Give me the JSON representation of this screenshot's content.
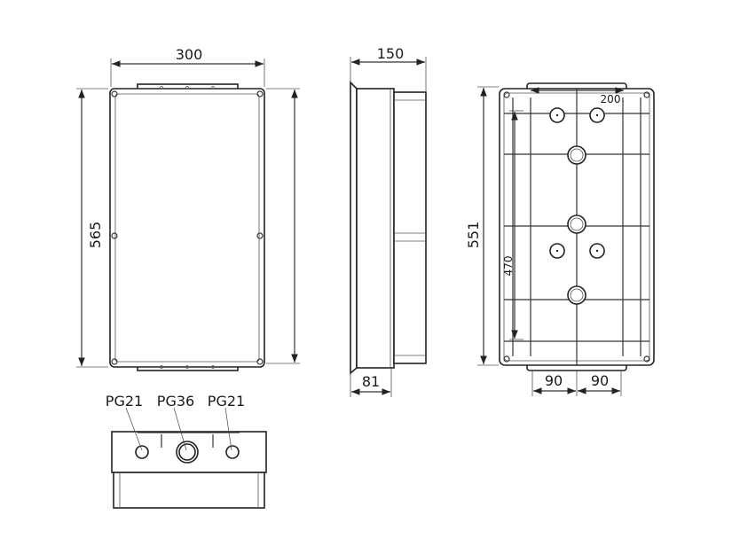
{
  "front_view": {
    "width_label": "300",
    "height_label": "565"
  },
  "side_view": {
    "depth_label": "150",
    "base_depth_label": "81"
  },
  "back_view": {
    "height_label": "551",
    "inner_height_label": "470",
    "hole_spacing_label": "200",
    "left_spacing_label": "90",
    "right_spacing_label": "90"
  },
  "bottom_view": {
    "entries": [
      {
        "label": "PG21"
      },
      {
        "label": "PG36"
      },
      {
        "label": "PG21"
      }
    ]
  },
  "colors": {
    "line": "#333333",
    "background": "#ffffff"
  }
}
